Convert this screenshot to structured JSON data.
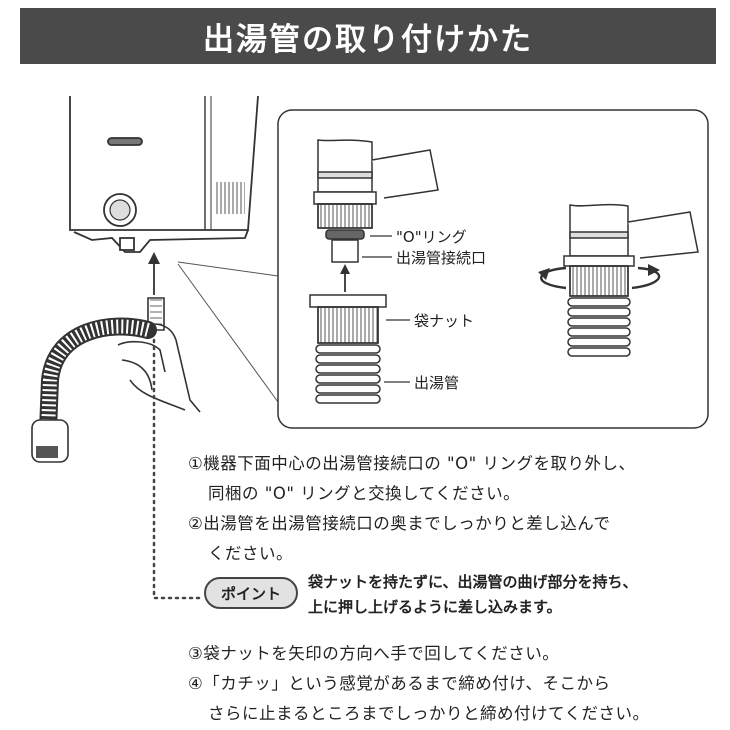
{
  "title": "出湯管の取り付けかた",
  "labels": {
    "o_ring": "\"O\"リング",
    "outlet": "出湯管接続口",
    "nut": "袋ナット",
    "pipe": "出湯管"
  },
  "steps": [
    {
      "line1": "①機器下面中心の出湯管接続口の \"O\" リングを取り外し、",
      "line2": "同梱の \"O\" リングと交換してください。"
    },
    {
      "line1": "②出湯管を出湯管接続口の奥までしっかりと差し込んで",
      "line2": "ください。"
    },
    {
      "line1": "③袋ナットを矢印の方向へ手で回してください。"
    },
    {
      "line1": "④「カチッ」という感覚があるまで締め付け、そこから",
      "line2": "さらに止まるところまでしっかりと締め付けてください。"
    }
  ],
  "point": {
    "badge": "ポイント",
    "line1": "袋ナットを持たずに、出湯管の曲げ部分を持ち、",
    "line2": "上に押し上げるように差し込みます。"
  }
}
